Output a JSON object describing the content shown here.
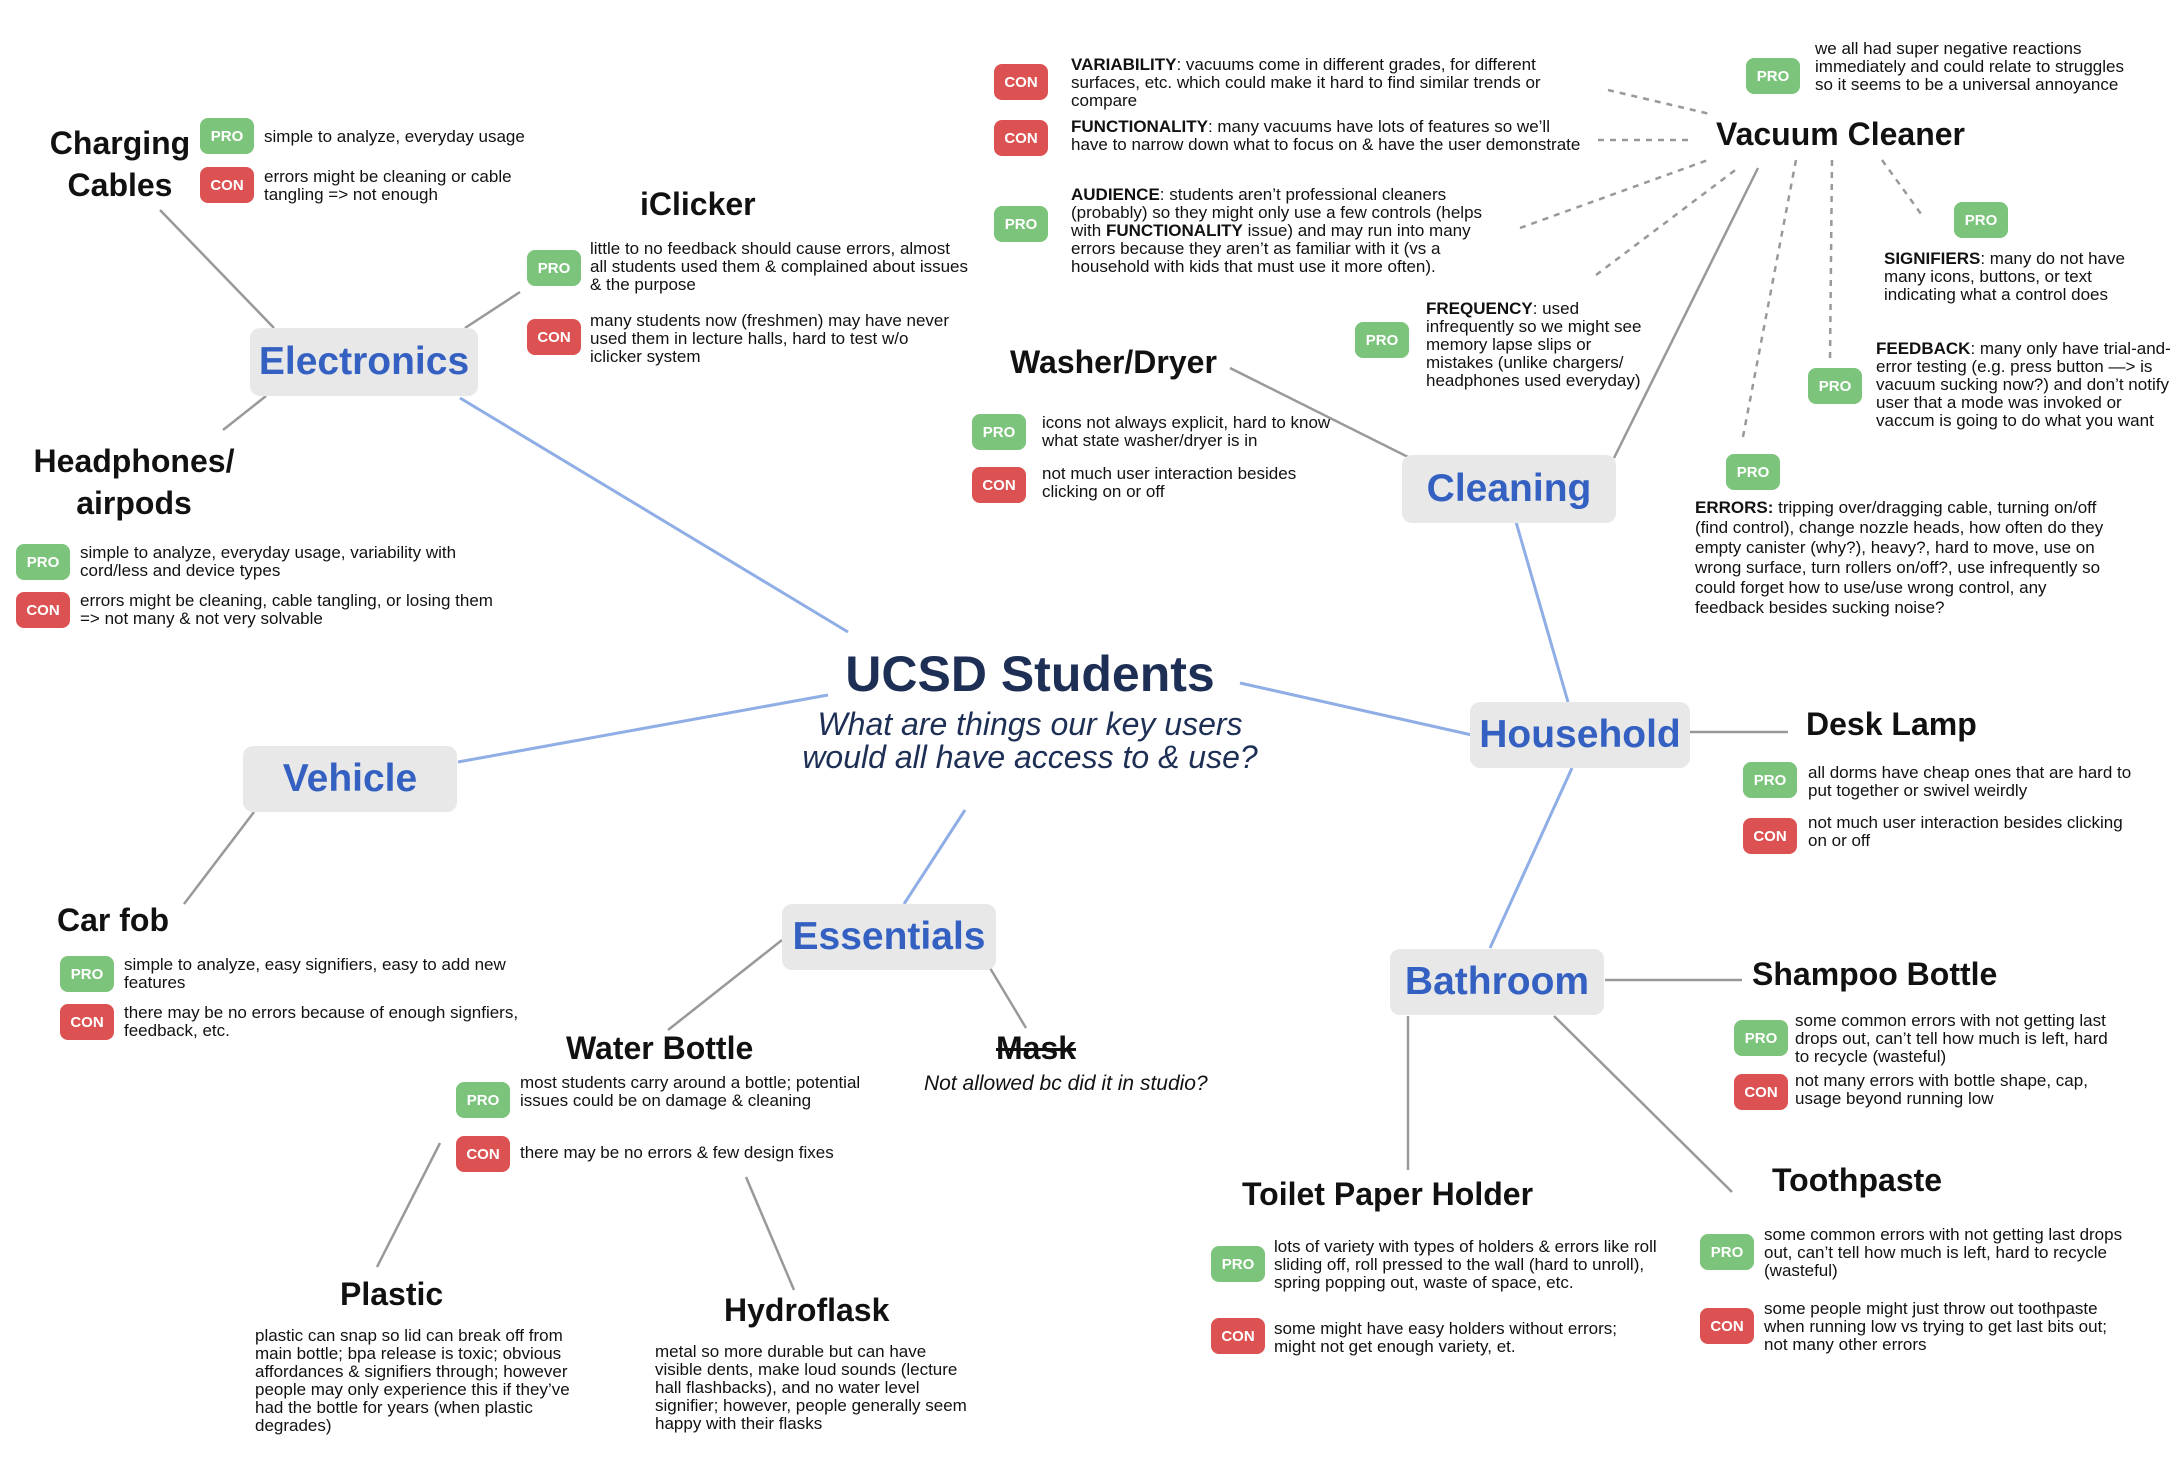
{
  "colors": {
    "category_text": "#3461c1",
    "category_bg": "#e8e8e8",
    "pro": "#7cc47c",
    "con": "#dc5252",
    "central": "#1e2f55",
    "link_blue": "#8faee6",
    "link_gray": "#999999"
  },
  "central": {
    "title": "UCSD Students",
    "subtitle": "What are things our key users would all have access to & use?"
  },
  "badges": {
    "pro": "PRO",
    "con": "CON"
  },
  "categories": {
    "electronics": "Electronics",
    "vehicle": "Vehicle",
    "essentials": "Essentials",
    "cleaning": "Cleaning",
    "household": "Household",
    "bathroom": "Bathroom"
  },
  "items": {
    "charging_cables": {
      "title": "Charging Cables",
      "pro": "simple to analyze, everyday usage",
      "con": "errors might be cleaning or cable tangling => not enough"
    },
    "iclicker": {
      "title": "iClicker",
      "pro": "little to no feedback should cause errors, almost all students used them & complained about issues & the purpose",
      "con": "many students now (freshmen) may have never used them in lecture halls, hard to test w/o iclicker system"
    },
    "headphones": {
      "title": "Headphones/ airpods",
      "pro": "simple to analyze, everyday usage, variability with cord/less and device types",
      "con": "errors might be cleaning, cable tangling, or losing them => not many & not very solvable"
    },
    "car_fob": {
      "title": "Car fob",
      "pro": "simple to analyze, easy signifiers, easy to add new features",
      "con": "there may be no errors because of enough signfiers, feedback, etc."
    },
    "water_bottle": {
      "title": "Water Bottle",
      "pro": "most students carry around a bottle; potential issues could be on damage & cleaning",
      "con": "there may be no errors & few design fixes"
    },
    "mask": {
      "title": "Mask",
      "note": "Not allowed bc did it in studio?"
    },
    "plastic": {
      "title": "Plastic",
      "note": "plastic can snap so lid can break off from main bottle; bpa release is toxic; obvious affordances & signifiers through; however people may only experience this if they’ve had the bottle for years (when plastic degrades)"
    },
    "hydroflask": {
      "title": "Hydroflask",
      "note": "metal so more durable but can have visible dents, make loud sounds (lecture hall flashbacks), and no water level signifier; however, people generally seem happy with their flasks"
    },
    "washer_dryer": {
      "title": "Washer/Dryer",
      "pro": "icons not always explicit, hard to know what state washer/dryer is in",
      "con": "not much user interaction besides clicking on or off"
    },
    "vacuum": {
      "title": "Vacuum Cleaner",
      "variability_label": "VARIABILITY",
      "variability": ": vacuums come in different grades, for different surfaces, etc. which could make it hard to find similar trends or compare",
      "functionality_label": "FUNCTIONALITY",
      "functionality": ": many vacuums have lots of features so we’ll have to narrow down what to focus on & have the user demonstrate",
      "audience_label": "AUDIENCE",
      "audience_a": ": students aren’t professional cleaners (probably) so they might only use a few controls (helps with ",
      "audience_b": "FUNCTIONALITY",
      "audience_c": " issue) and may run into many errors because they aren’t as familiar with it (vs a household with kids that must use it more often).",
      "universal": "we all had super negative reactions immediately and could relate to struggles so it seems to be a universal annoyance",
      "frequency_label": "FREQUENCY",
      "frequency": ": used infrequently so we might see memory lapse slips or mistakes (unlike chargers/ headphones used everyday)",
      "signifiers_label": "SIGNIFIERS",
      "signifiers": ": many do not have many icons, buttons, or text indicating what a control does",
      "feedback_label": "FEEDBACK",
      "feedback": ": many only have trial-and-error testing (e.g. press button —> is vacuum sucking now?) and don’t notify user that a mode was invoked or vaccum is going to do what you want",
      "errors_label": "ERRORS:",
      "errors": " tripping over/dragging cable, turning on/off (find control), change nozzle heads, how often do they empty canister (why?), heavy?, hard to move, use on wrong surface, turn rollers on/off?, use infrequently so could forget how to use/use wrong control, any feedback besides sucking noise?"
    },
    "desk_lamp": {
      "title": "Desk Lamp",
      "pro": "all dorms have cheap ones that are hard to put together or swivel weirdly",
      "con": "not much user interaction besides clicking on or off"
    },
    "shampoo": {
      "title": "Shampoo Bottle",
      "pro": "some common errors with not getting last drops out, can’t tell how much is left, hard to recycle (wasteful)",
      "con": "not many errors with bottle shape, cap, usage beyond running low"
    },
    "toilet_paper": {
      "title": "Toilet Paper Holder",
      "pro": "lots of variety with types of holders & errors like roll sliding off, roll pressed to the wall (hard to unroll), spring popping out, waste of space, etc.",
      "con": "some might have easy holders without errors; might not get enough variety, et."
    },
    "toothpaste": {
      "title": "Toothpaste",
      "pro": "some common errors with not getting last drops out, can’t tell how much is left, hard to recycle (wasteful)",
      "con": "some people might just throw out toothpaste when running low vs trying to get last bits out; not many other errors"
    }
  }
}
